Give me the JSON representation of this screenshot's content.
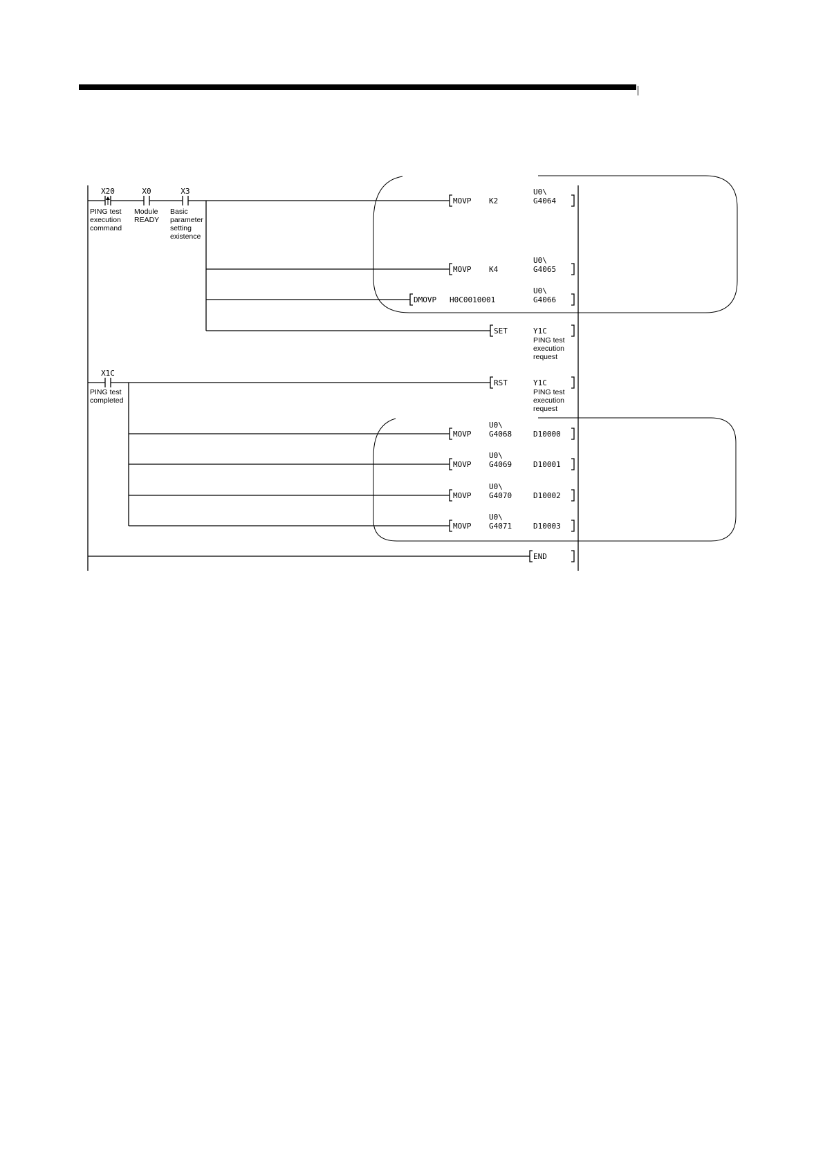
{
  "contacts": [
    {
      "device": "X20",
      "comment": [
        "PING test",
        "execution",
        "command"
      ]
    },
    {
      "device": "X0",
      "comment": [
        "Module",
        "READY"
      ]
    },
    {
      "device": "X3",
      "comment": [
        "Basic",
        "parameter",
        "setting",
        "existence"
      ]
    },
    {
      "device": "X1C",
      "comment": [
        "PING test",
        "completed"
      ]
    }
  ],
  "instructions": [
    {
      "op": "MOVP",
      "src": "K2",
      "dst": [
        "U0\\",
        "G4064"
      ]
    },
    {
      "op": "MOVP",
      "src": "K4",
      "dst": [
        "U0\\",
        "G4065"
      ]
    },
    {
      "op": "DMOVP",
      "src": "H0C0010001",
      "dst": [
        "U0\\",
        "G4066"
      ]
    },
    {
      "op": "SET",
      "src": "",
      "dst": [
        "Y1C"
      ],
      "comment": [
        "PING test",
        "execution",
        "request"
      ]
    },
    {
      "op": "RST",
      "src": "",
      "dst": [
        "Y1C"
      ],
      "comment": [
        "PING test",
        "execution",
        "request"
      ]
    },
    {
      "op": "MOVP",
      "src": [
        "U0\\",
        "G4068"
      ],
      "dst": [
        "D10000"
      ]
    },
    {
      "op": "MOVP",
      "src": [
        "U0\\",
        "G4069"
      ],
      "dst": [
        "D10001"
      ]
    },
    {
      "op": "MOVP",
      "src": [
        "U0\\",
        "G4070"
      ],
      "dst": [
        "D10002"
      ]
    },
    {
      "op": "MOVP",
      "src": [
        "U0\\",
        "G4071"
      ],
      "dst": [
        "D10003"
      ]
    },
    {
      "op": "END",
      "src": "",
      "dst": []
    }
  ]
}
